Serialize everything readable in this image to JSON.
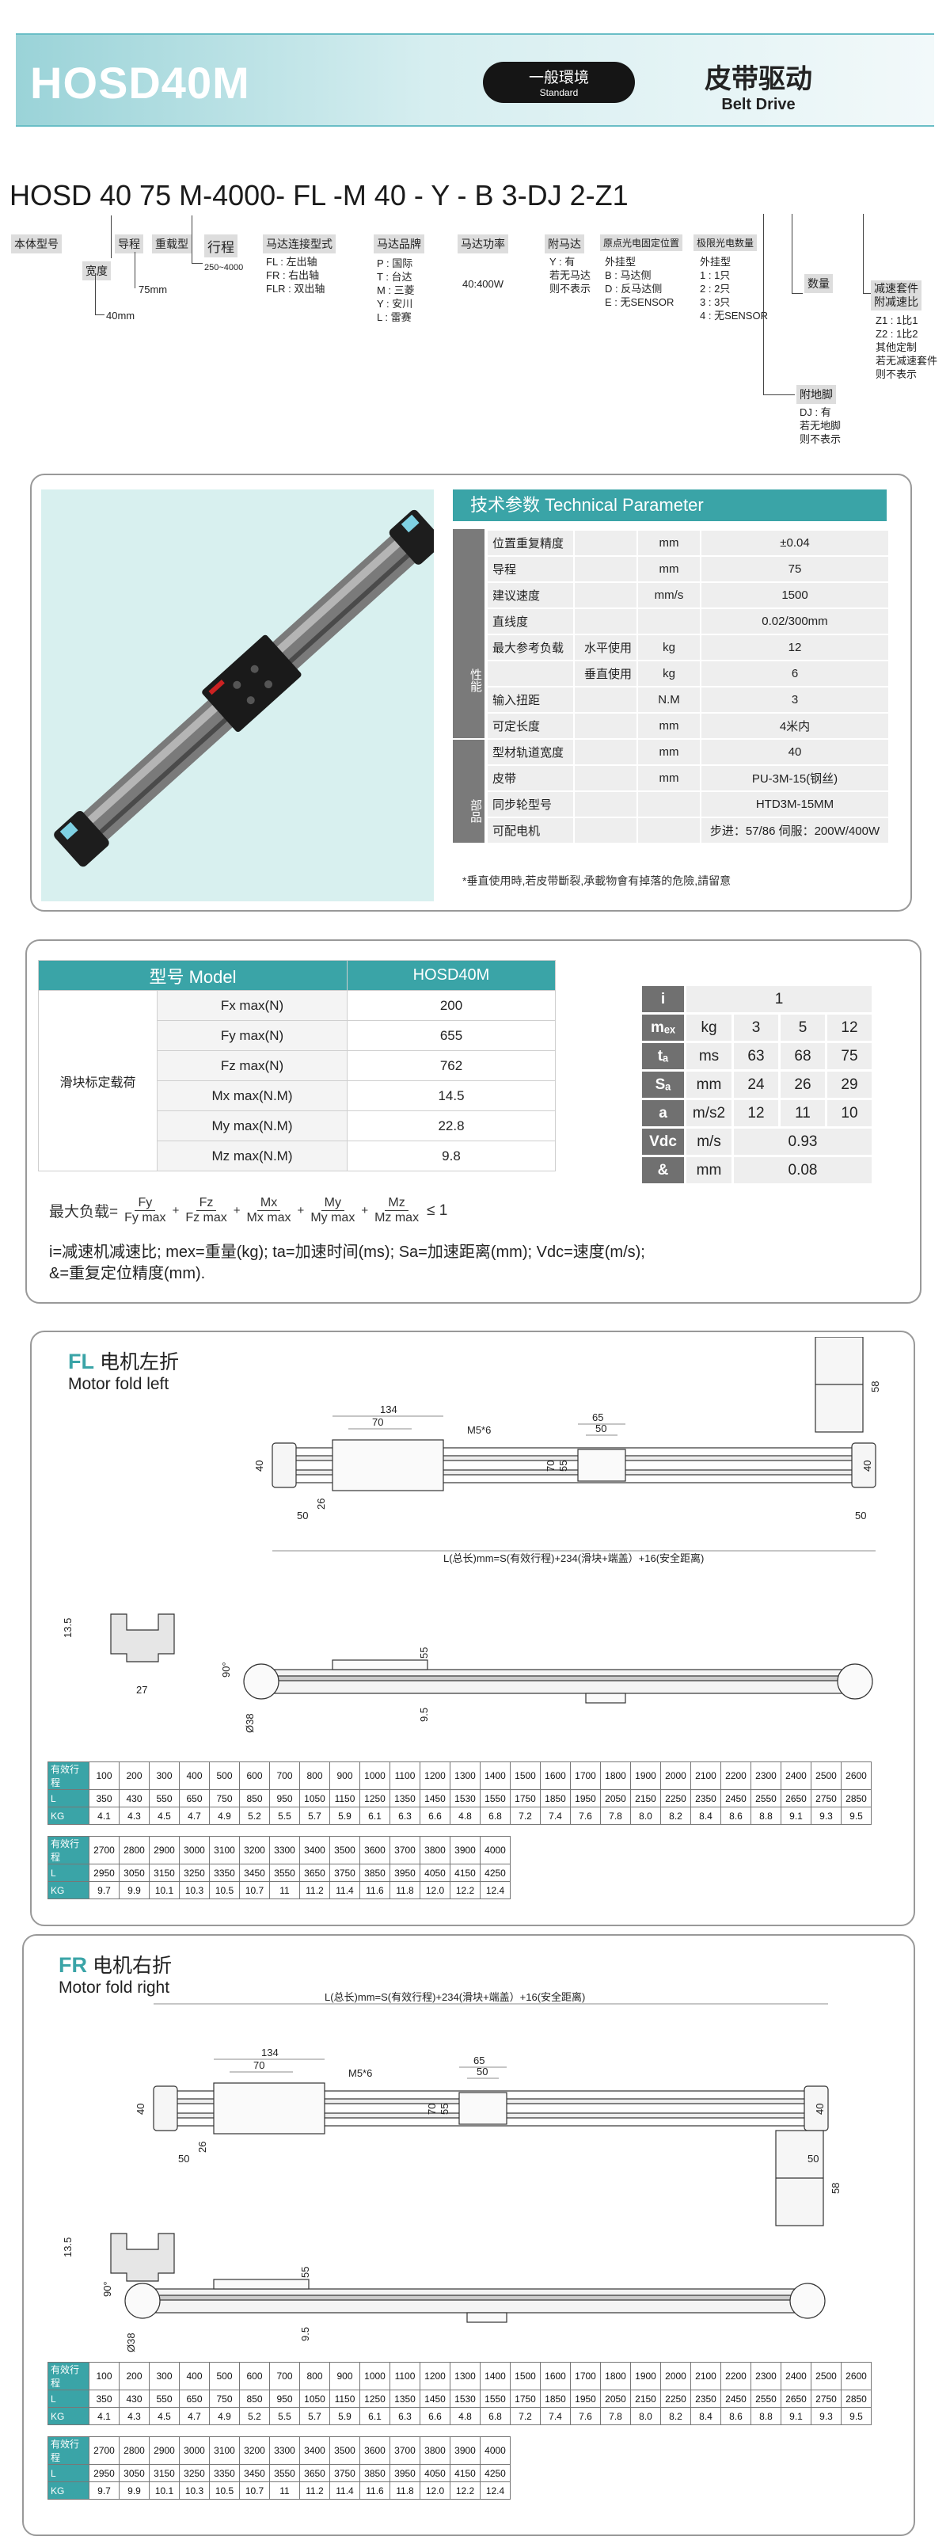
{
  "header": {
    "model": "HOSD40M",
    "pill_cn": "一般環境",
    "pill_en": "Standard",
    "type_cn": "皮带驱动",
    "type_en": "Belt Drive"
  },
  "code": {
    "full": "HOSD 40  75  M-4000-  FL -M     40  -   Y  -  B        3-DJ       2-Z1"
  },
  "code_labels": {
    "body": "本体型号",
    "width": "宽度",
    "width_val": "40mm",
    "lead": "导程",
    "lead_val": "75mm",
    "load": "重载型",
    "stroke": "行程",
    "stroke_range": "250~4000",
    "motor_conn": "马达连接型式",
    "motor_conn_opts": "FL : 左出轴\nFR : 右出轴\nFLR : 双出轴",
    "brand": "马达品牌",
    "brand_opts": "P : 国际\nT : 台达\nM : 三菱\nY : 安川\nL : 雷赛",
    "power": "马达功率",
    "power_val": "40:400W",
    "attach": "附马达",
    "attach_opts": "Y : 有\n若无马达\n则不表示",
    "origin": "原点光电固定位置",
    "origin_opts": "外挂型\nB : 马达侧\nD : 反马达侧\nE : 无SENSOR",
    "sensor": "极限光电数量",
    "sensor_opts": "外挂型\n1 : 1只\n2 : 2只\n3 : 3只\n4 : 无SENSOR",
    "qty": "数量",
    "foot": "附地脚",
    "foot_opts": "DJ : 有\n若无地脚\n则不表示",
    "reducer": "减速套件\n附减速比",
    "reducer_opts": "Z1 : 1比1\nZ2 : 1比2\n其他定制\n若无减速套件\n则不表示"
  },
  "tech": {
    "title": "技术参数 Technical Parameter",
    "side1": "性能",
    "side2": "部品",
    "rows": [
      {
        "name": "位置重复精度",
        "unit": "mm",
        "value": "±0.04"
      },
      {
        "name": "导程",
        "unit": "mm",
        "value": "75"
      },
      {
        "name": "建议速度",
        "unit": "mm/s",
        "value": "1500"
      },
      {
        "name": "直线度",
        "unit": "",
        "value": "0.02/300mm"
      },
      {
        "name": "最大参考负载",
        "sub": "水平使用",
        "unit": "kg",
        "value": "12"
      },
      {
        "name": "",
        "sub": "垂直使用",
        "unit": "kg",
        "value": "6"
      },
      {
        "name": "输入扭距",
        "unit": "N.M",
        "value": "3"
      },
      {
        "name": "可定长度",
        "unit": "mm",
        "value": "4米内"
      },
      {
        "name": "型材轨道宽度",
        "unit": "mm",
        "value": "40"
      },
      {
        "name": "皮带",
        "unit": "mm",
        "value": "PU-3M-15(钢丝)"
      },
      {
        "name": "同步轮型号",
        "unit": "",
        "value": "HTD3M-15MM"
      },
      {
        "name": "可配电机",
        "unit": "",
        "value": "步进：57/86   伺服：200W/400W"
      }
    ],
    "footnote": "*垂直使用時,若皮带斷裂,承載物會有掉落的危險,請留意"
  },
  "load": {
    "hdr_model": "型号 Model",
    "hdr_value": "HOSD40M",
    "group": "滑块标定载荷",
    "rows": [
      {
        "name": "Fx max(N)",
        "value": "200"
      },
      {
        "name": "Fy max(N)",
        "value": "655"
      },
      {
        "name": "Fz max(N)",
        "value": "762"
      },
      {
        "name": "Mx max(N.M)",
        "value": "14.5"
      },
      {
        "name": "My max(N.M)",
        "value": "22.8"
      },
      {
        "name": "Mz max(N.M)",
        "value": "9.8"
      }
    ],
    "formula_label": "最大负载=",
    "formula": [
      "Fy",
      "Fy max",
      "Fz",
      "Fz max",
      "Mx",
      "Mx max",
      "My",
      "My max",
      "Mz",
      "Mz max"
    ],
    "le": "≤ 1",
    "legend": "i=减速机减速比; mex=重量(kg); ta=加速时间(ms); Sa=加速距离(mm); Vdc=速度(m/s);\n&=重复定位精度(mm)."
  },
  "accel": {
    "rows": [
      {
        "k": "i",
        "u": "",
        "v": [
          "1"
        ]
      },
      {
        "k": "mₑₓ",
        "u": "kg",
        "v": [
          "3",
          "5",
          "12"
        ]
      },
      {
        "k": "tₐ",
        "u": "ms",
        "v": [
          "63",
          "68",
          "75"
        ]
      },
      {
        "k": "Sₐ",
        "u": "mm",
        "v": [
          "24",
          "26",
          "29"
        ]
      },
      {
        "k": "a",
        "u": "m/s2",
        "v": [
          "12",
          "11",
          "10"
        ]
      },
      {
        "k": "Vdc",
        "u": "m/s",
        "v": [
          "0.93"
        ]
      },
      {
        "k": "&",
        "u": "mm",
        "v": [
          "0.08"
        ]
      }
    ]
  },
  "fl": {
    "cn": "电机左折",
    "en": "Motor fold left",
    "code": "FL"
  },
  "fr": {
    "cn": "电机右折",
    "en": "Motor fold right",
    "code": "FR"
  },
  "drawing": {
    "d134": "134",
    "d70": "70",
    "m5": "M5*6",
    "d65": "65",
    "d50": "50",
    "d58": "58",
    "d40": "40",
    "d26": "26",
    "d70b": "70",
    "d55": "55",
    "d13_5": "13.5",
    "d27": "27",
    "d90": "90°",
    "d38": "Ø38",
    "d9_5": "9.5",
    "total": "L(总长)mm=S(有效行程)+234(滑块+端盖）+16(安全距离)"
  },
  "stroke": {
    "h1": "有效行程",
    "h2": "L",
    "h3": "KG",
    "s1": [
      "100",
      "200",
      "300",
      "400",
      "500",
      "600",
      "700",
      "800",
      "900",
      "1000",
      "1100",
      "1200",
      "1300",
      "1400",
      "1500",
      "1600",
      "1700",
      "1800",
      "1900",
      "2000",
      "2100",
      "2200",
      "2300",
      "2400",
      "2500",
      "2600"
    ],
    "l1": [
      "350",
      "430",
      "550",
      "650",
      "750",
      "850",
      "950",
      "1050",
      "1150",
      "1250",
      "1350",
      "1450",
      "1530",
      "1550",
      "1750",
      "1850",
      "1950",
      "2050",
      "2150",
      "2250",
      "2350",
      "2450",
      "2550",
      "2650",
      "2750",
      "2850"
    ],
    "k1": [
      "4.1",
      "4.3",
      "4.5",
      "4.7",
      "4.9",
      "5.2",
      "5.5",
      "5.7",
      "5.9",
      "6.1",
      "6.3",
      "6.6",
      "4.8",
      "6.8",
      "7.2",
      "7.4",
      "7.6",
      "7.8",
      "8.0",
      "8.2",
      "8.4",
      "8.6",
      "8.8",
      "9.1",
      "9.3",
      "9.5"
    ],
    "s2": [
      "2700",
      "2800",
      "2900",
      "3000",
      "3100",
      "3200",
      "3300",
      "3400",
      "3500",
      "3600",
      "3700",
      "3800",
      "3900",
      "4000"
    ],
    "l2": [
      "2950",
      "3050",
      "3150",
      "3250",
      "3350",
      "3450",
      "3550",
      "3650",
      "3750",
      "3850",
      "3950",
      "4050",
      "4150",
      "4250"
    ],
    "k2": [
      "9.7",
      "9.9",
      "10.1",
      "10.3",
      "10.5",
      "10.7",
      "11",
      "11.2",
      "11.4",
      "11.6",
      "11.8",
      "12.0",
      "12.2",
      "12.4"
    ]
  }
}
